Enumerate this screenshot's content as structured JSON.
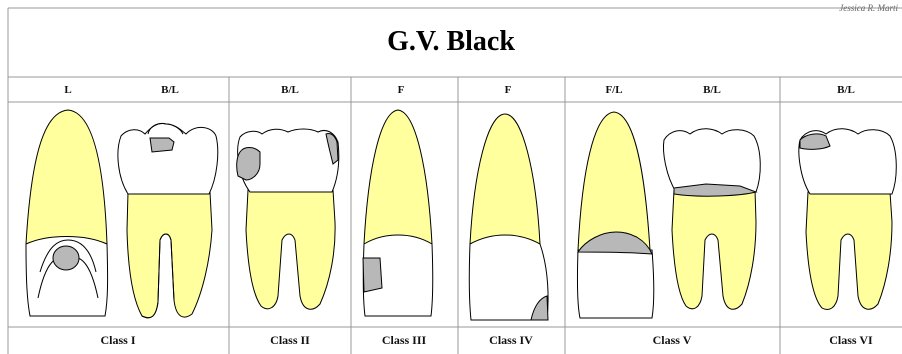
{
  "author": "Jessica R. Marti",
  "title": "G.V. Black",
  "colors": {
    "root": "#ffff9e",
    "cavity": "#b8b8b8",
    "enamel": "#ffffff",
    "line": "#000000",
    "rule": "#999999"
  },
  "panels": [
    {
      "label": "Class I",
      "views": [
        "L",
        "B/L"
      ]
    },
    {
      "label": "Class II",
      "views": [
        "B/L"
      ]
    },
    {
      "label": "Class III",
      "views": [
        "F"
      ]
    },
    {
      "label": "Class IV",
      "views": [
        "F"
      ]
    },
    {
      "label": "Class V",
      "views": [
        "F/L",
        "B/L"
      ]
    },
    {
      "label": "Class VI",
      "views": [
        "B/L"
      ]
    }
  ]
}
